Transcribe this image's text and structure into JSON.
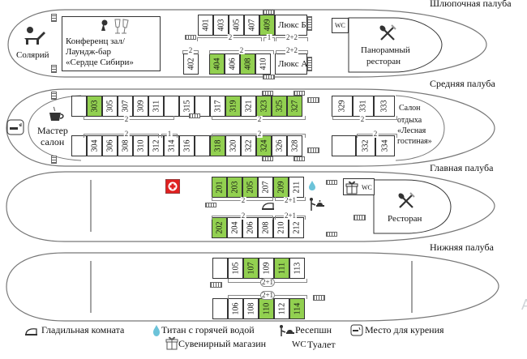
{
  "decks": {
    "boat": {
      "label": "Шлюпочная палуба",
      "solarium": "Солярий",
      "conference_lines": [
        "Конференц зал/",
        "Лаундж-бар",
        "«Сердце Сибири»"
      ],
      "wc": "WC",
      "restaurant_lines": [
        "Панорамный",
        "ресторан"
      ],
      "suite_b": "Люкс Б",
      "suite_a": "Люкс А",
      "cabins_top": [
        {
          "no": "401",
          "available": false
        },
        {
          "no": "403",
          "available": false
        },
        {
          "no": "405",
          "available": false
        },
        {
          "no": "407",
          "available": false
        },
        {
          "no": "409",
          "available": true
        }
      ],
      "cabins_bottom": [
        {
          "no": "404",
          "available": true
        },
        {
          "no": "406",
          "available": false
        },
        {
          "no": "408",
          "available": true
        },
        {
          "no": "410",
          "available": false
        }
      ],
      "cabin_402": {
        "no": "402",
        "available": false
      },
      "berths": {
        "top_main": "2",
        "top_409": "1",
        "top_suite": "2+2",
        "b402": "2",
        "bottom_main": "2",
        "bottom_suite": "2+2"
      }
    },
    "middle": {
      "label": "Средняя палуба",
      "master_salon_lines": [
        "Мастер",
        "салон"
      ],
      "lounge_lines": [
        "Салон",
        "отдыха",
        "«Лесная",
        "гостиная»"
      ],
      "cabins_top_left": [
        {
          "no": "",
          "available": false
        },
        {
          "no": "303",
          "available": true
        },
        {
          "no": "305",
          "available": false
        },
        {
          "no": "307",
          "available": false
        },
        {
          "no": "309",
          "available": false
        },
        {
          "no": "311",
          "available": false
        },
        {
          "no": "",
          "available": false
        },
        {
          "no": "315",
          "available": false
        },
        {
          "no": "",
          "available": false
        }
      ],
      "cabins_bottom_left": [
        {
          "no": "",
          "available": false
        },
        {
          "no": "304",
          "available": false
        },
        {
          "no": "306",
          "available": false
        },
        {
          "no": "308",
          "available": false
        },
        {
          "no": "310",
          "available": false
        },
        {
          "no": "312",
          "available": false
        },
        {
          "no": "314",
          "available": false
        },
        {
          "no": "316",
          "available": false
        },
        {
          "no": "",
          "available": false
        }
      ],
      "cabins_top_mid": [
        {
          "no": "317",
          "available": false
        },
        {
          "no": "319",
          "available": true
        },
        {
          "no": "321",
          "available": false
        },
        {
          "no": "323",
          "available": true
        },
        {
          "no": "325",
          "available": true
        },
        {
          "no": "327",
          "available": true
        }
      ],
      "cabins_bottom_mid": [
        {
          "no": "318",
          "available": true
        },
        {
          "no": "320",
          "available": false
        },
        {
          "no": "322",
          "available": false
        },
        {
          "no": "324",
          "available": true
        },
        {
          "no": "326",
          "available": false
        },
        {
          "no": "328",
          "available": false
        }
      ],
      "cabins_top_right": [
        {
          "no": "329",
          "available": false
        },
        {
          "no": "331",
          "available": false
        },
        {
          "no": "333",
          "available": false
        }
      ],
      "cabins_bottom_right": [
        {
          "no": "",
          "available": false
        },
        {
          "no": "332",
          "available": false
        },
        {
          "no": "334",
          "available": false
        }
      ],
      "berths": {
        "top_left": "2",
        "bottom_left": "2",
        "bottom_left_316": "1",
        "top_mid": "2",
        "bottom_mid": "2",
        "top_right": "2",
        "bottom_right": "2"
      }
    },
    "main": {
      "label": "Главная палуба",
      "wc": "WC",
      "restaurant": "Ресторан",
      "cabins_top": [
        {
          "no": "201",
          "available": true
        },
        {
          "no": "203",
          "available": true
        },
        {
          "no": "205",
          "available": true
        },
        {
          "no": "207",
          "available": false
        },
        {
          "no": "209",
          "available": true
        },
        {
          "no": "211",
          "available": false
        }
      ],
      "cabins_bottom": [
        {
          "no": "202",
          "available": true
        },
        {
          "no": "204",
          "available": false
        },
        {
          "no": "206",
          "available": false
        },
        {
          "no": "208",
          "available": false
        },
        {
          "no": "210",
          "available": false
        },
        {
          "no": "212",
          "available": false
        }
      ],
      "berths": {
        "top_a": "2",
        "top_b": "2+1",
        "bottom_a": "2",
        "bottom_b": "2+1"
      }
    },
    "lower": {
      "label": "Нижняя палуба",
      "cabins_top": [
        {
          "no": "",
          "available": false
        },
        {
          "no": "105",
          "available": false
        },
        {
          "no": "107",
          "available": true
        },
        {
          "no": "109",
          "available": false
        },
        {
          "no": "111",
          "available": true
        },
        {
          "no": "113",
          "available": false
        }
      ],
      "cabins_bottom": [
        {
          "no": "",
          "available": false
        },
        {
          "no": "106",
          "available": false
        },
        {
          "no": "108",
          "available": false
        },
        {
          "no": "110",
          "available": true
        },
        {
          "no": "112",
          "available": false
        },
        {
          "no": "114",
          "available": true
        }
      ],
      "berths": {
        "top": "2+1",
        "bottom": "2+1"
      }
    }
  },
  "legend": [
    {
      "icon": "iron-icon",
      "label": "Гладильная комната"
    },
    {
      "icon": "water-drop-icon",
      "label": "Титан с горячей водой"
    },
    {
      "icon": "reception-icon",
      "label": "Ресепшн"
    },
    {
      "icon": "smoking-icon",
      "label": "Место для курения"
    },
    {
      "icon": "gift-icon",
      "label": "Сувенирный магазин"
    },
    {
      "icon": "wc-icon",
      "symbol": "WC",
      "label": "Туалет"
    }
  ],
  "colors": {
    "available": "#92d050",
    "outline": "#333333"
  }
}
